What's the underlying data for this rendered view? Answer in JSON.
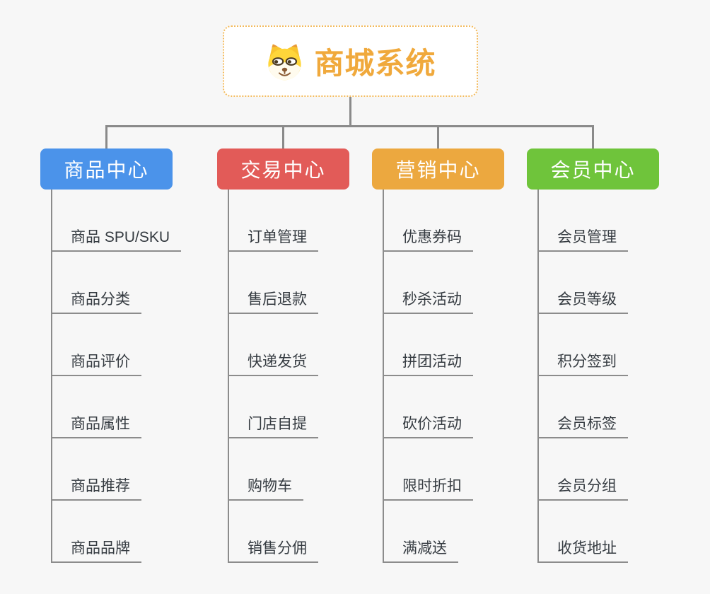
{
  "root": {
    "title": "商城系统",
    "icon": "dog-face-icon",
    "title_color": "#f0a93c",
    "border_color": "#f3bb5e"
  },
  "connector_color": "#8a8a8a",
  "background_color": "#f7f7f7",
  "branches": [
    {
      "label": "商品中心",
      "color": "#4b93ea",
      "children": [
        "商品 SPU/SKU",
        "商品分类",
        "商品评价",
        "商品属性",
        "商品推荐",
        "商品品牌"
      ]
    },
    {
      "label": "交易中心",
      "color": "#e25b58",
      "children": [
        "订单管理",
        "售后退款",
        "快递发货",
        "门店自提",
        "购物车",
        "销售分佣"
      ]
    },
    {
      "label": "营销中心",
      "color": "#eca83f",
      "children": [
        "优惠券码",
        "秒杀活动",
        "拼团活动",
        "砍价活动",
        "限时折扣",
        "满减送"
      ]
    },
    {
      "label": "会员中心",
      "color": "#6fc43b",
      "children": [
        "会员管理",
        "会员等级",
        "积分签到",
        "会员标签",
        "会员分组",
        "收货地址"
      ]
    }
  ]
}
